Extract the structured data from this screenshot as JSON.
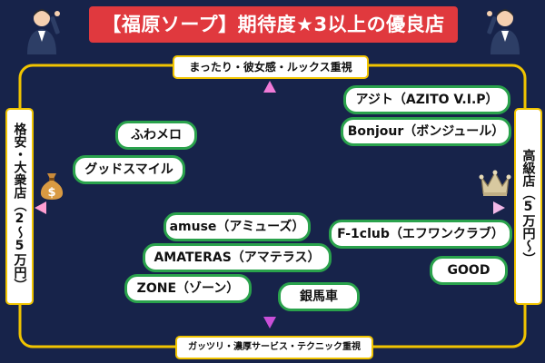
{
  "title": "【福原ソープ】期待度★3以上の優良店",
  "axes": {
    "top": "まったり・彼女感・ルックス重視",
    "bottom": "ガッツリ・濃厚サービス・テクニック重視",
    "left": "格安・大衆店（2～5万円）",
    "right": "高級店（5万円～）"
  },
  "shops": [
    {
      "name": "アジト（AZITO V.I.P）"
    },
    {
      "name": "Bonjour（ボンジュール）"
    },
    {
      "name": "ふわメロ"
    },
    {
      "name": "グッドスマイル"
    },
    {
      "name": "amuse（アミューズ）"
    },
    {
      "name": "AMATERAS（アマテラス）"
    },
    {
      "name": "ZONE（ゾーン）"
    },
    {
      "name": "銀馬車"
    },
    {
      "name": "F-1club（エフワンクラブ）"
    },
    {
      "name": "GOOD"
    }
  ],
  "icons": {
    "left": "money-bag-icon",
    "right": "crown-icon",
    "decor": "businessperson-pointing-icon"
  },
  "colors": {
    "background": "#17234a",
    "frame": "#f1c400",
    "banner": "#e0393e",
    "shop_border": "#2aa24c",
    "vertical_axis": "#e84fc7",
    "horizontal_axis": "#f5a0d8"
  }
}
